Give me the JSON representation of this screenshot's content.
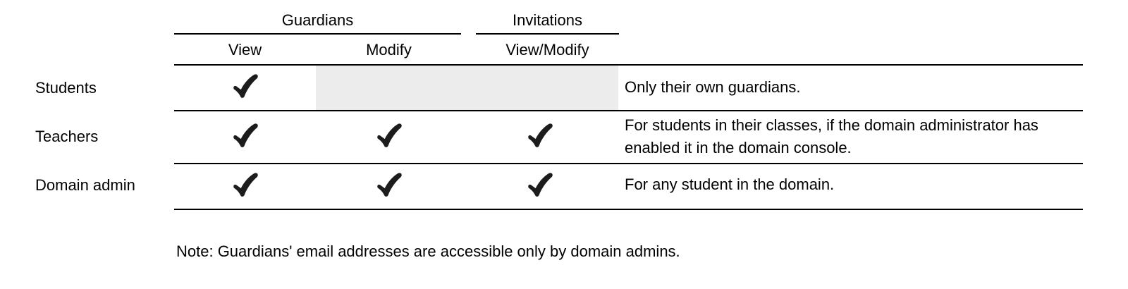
{
  "table": {
    "groups": [
      {
        "label": "Guardians"
      },
      {
        "label": "Invitations"
      }
    ],
    "subheaders": {
      "view": "View",
      "modify": "Modify",
      "view_modify": "View/Modify"
    },
    "rows": [
      {
        "role": "Students",
        "view": true,
        "modify": false,
        "view_modify": false,
        "modify_and_view_modify_disabled": true,
        "note": "Only their own guardians."
      },
      {
        "role": "Teachers",
        "view": true,
        "modify": true,
        "view_modify": true,
        "note": "For students in their classes, if the domain administrator has enabled it in the domain console."
      },
      {
        "role": "Domain admin",
        "view": true,
        "modify": true,
        "view_modify": true,
        "note": "For any student in the domain."
      }
    ]
  },
  "footnote": "Note: Guardians' email addresses are accessible only by domain admins.",
  "icons": {
    "check": "heavy check mark"
  },
  "colors": {
    "text": "#000000",
    "rule": "#000000",
    "check": "#1c1c1c",
    "disabled_cell_bg": "#ececec",
    "background": "#ffffff"
  }
}
